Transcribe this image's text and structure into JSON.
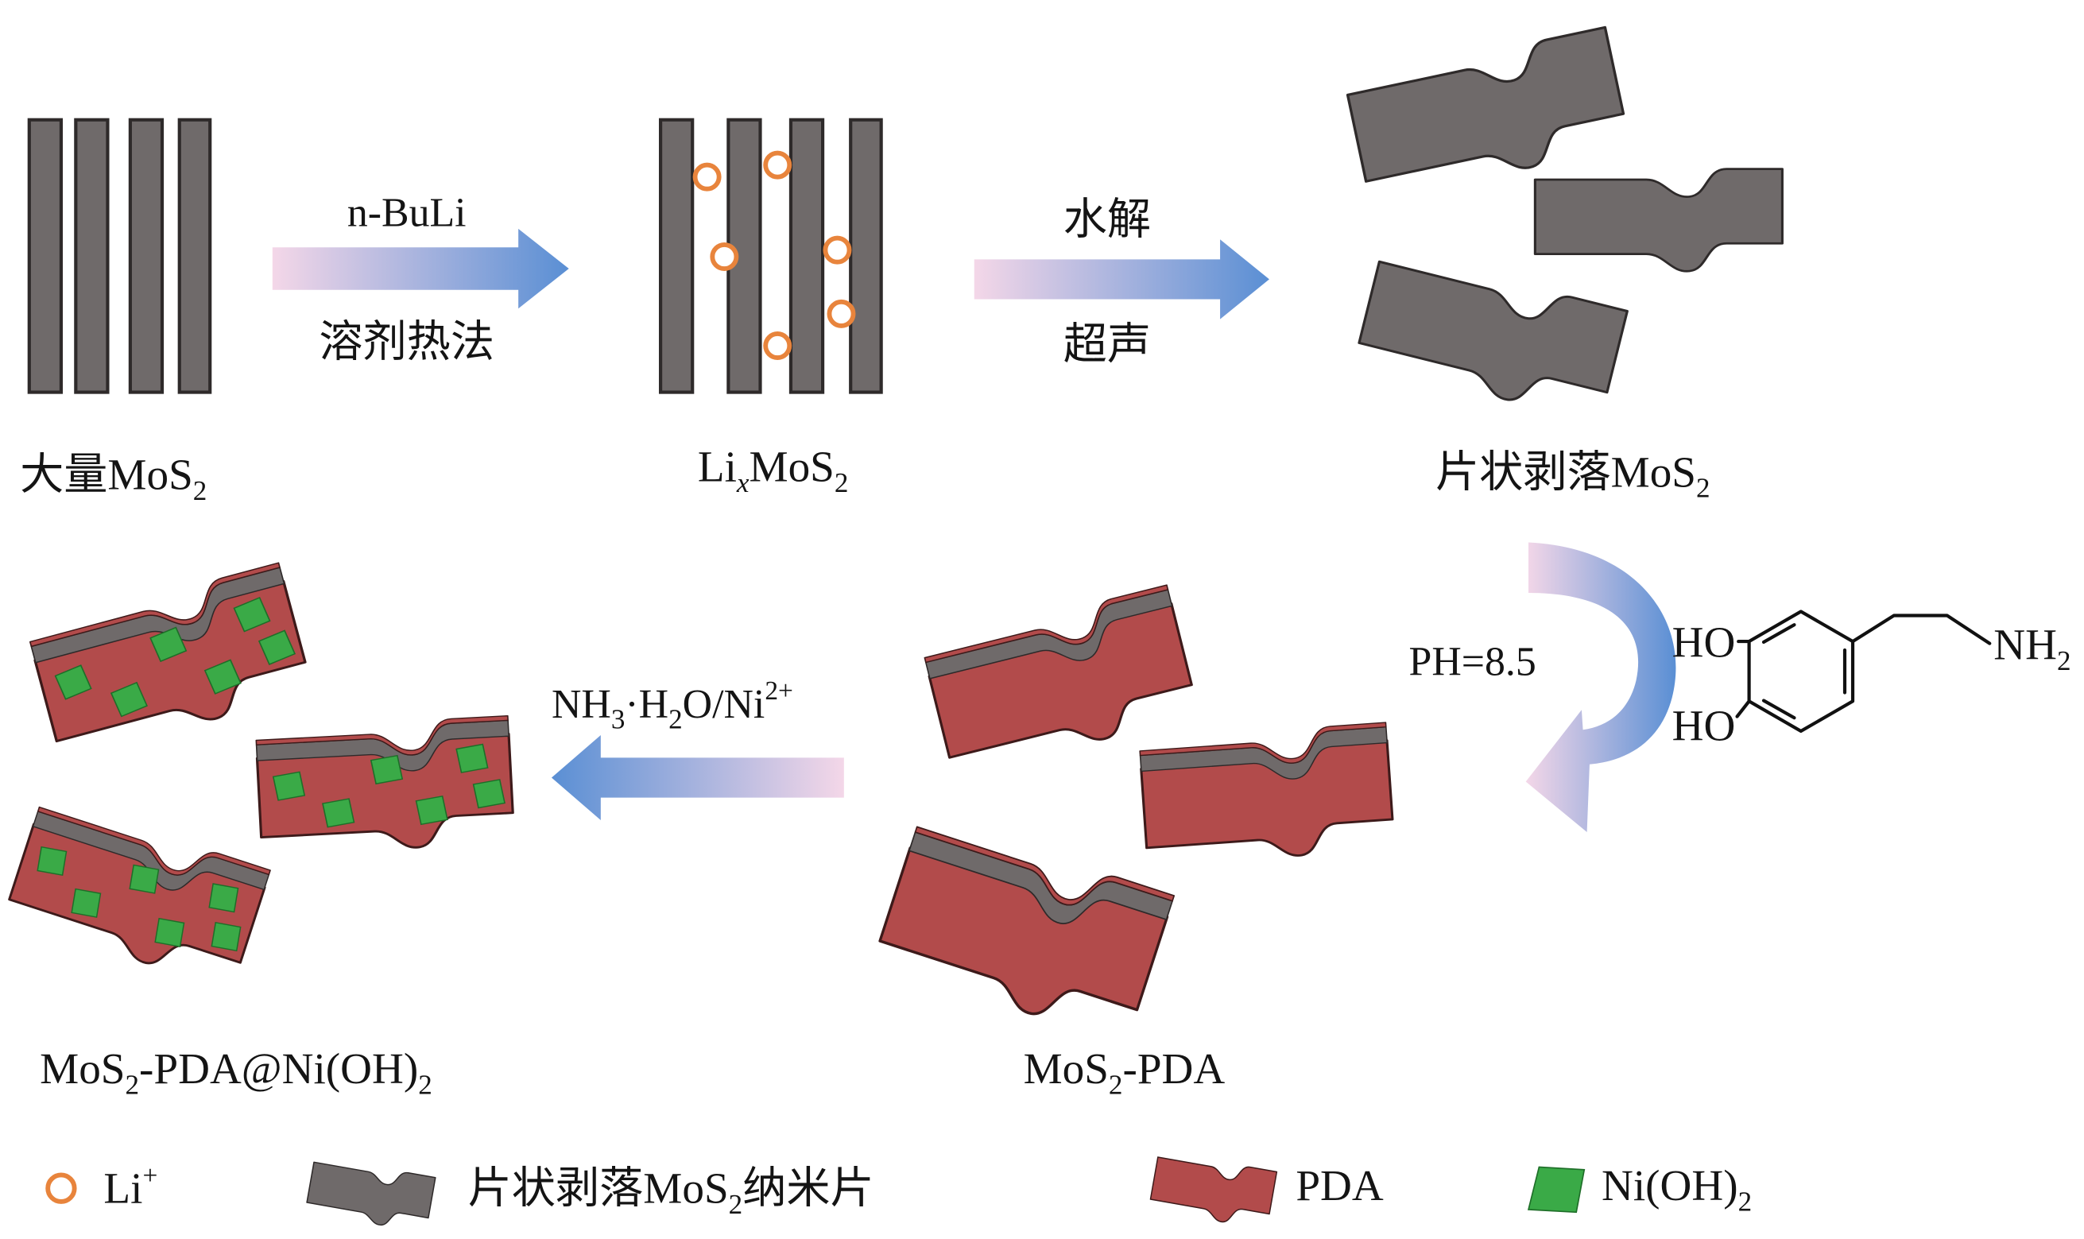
{
  "labels": {
    "bulk": {
      "main": "大量MoS",
      "sub": "2"
    },
    "intercalated": {
      "li": "Li",
      "x": "x",
      "mos": "MoS",
      "sub": "2"
    },
    "exfoliated": {
      "main": "片状剥落MoS",
      "sub": "2"
    },
    "pda": {
      "mos": "MoS",
      "sub": "2",
      "rest": "-PDA"
    },
    "ni": {
      "mos": "MoS",
      "sub1": "2",
      "mid": "-PDA@Ni(OH)",
      "sub2": "2"
    }
  },
  "arrows": {
    "step1": {
      "above": "n-BuLi",
      "below": "溶剂热法"
    },
    "step2": {
      "above": "水解",
      "below": "超声"
    },
    "step3": {
      "condition": "PH=8.5"
    },
    "step4": {
      "nh": "NH",
      "sub1": "3",
      "mid": "·H",
      "sub2": "2",
      "rest": "O/Ni",
      "sup": "2+"
    }
  },
  "dopamine": {
    "ho_top": "HO",
    "ho_bottom": "HO",
    "nh": "NH",
    "nh_sub": "2"
  },
  "legend": {
    "li": {
      "main": "Li",
      "sup": "+"
    },
    "sheet": {
      "main": "片状剥落MoS",
      "sub": "2",
      "rest": "纳米片"
    },
    "pda": {
      "label": "PDA"
    },
    "ni": {
      "main": "Ni(OH)",
      "sub": "2"
    }
  },
  "colors": {
    "mos2_sheet": "#6f6a6a",
    "pda": "#b24b4b",
    "ni_oh2": "#3aaa47",
    "li_ion": "#e8843c",
    "arrow_start": "#f4d7e8",
    "arrow_end": "#5a8fd4"
  }
}
